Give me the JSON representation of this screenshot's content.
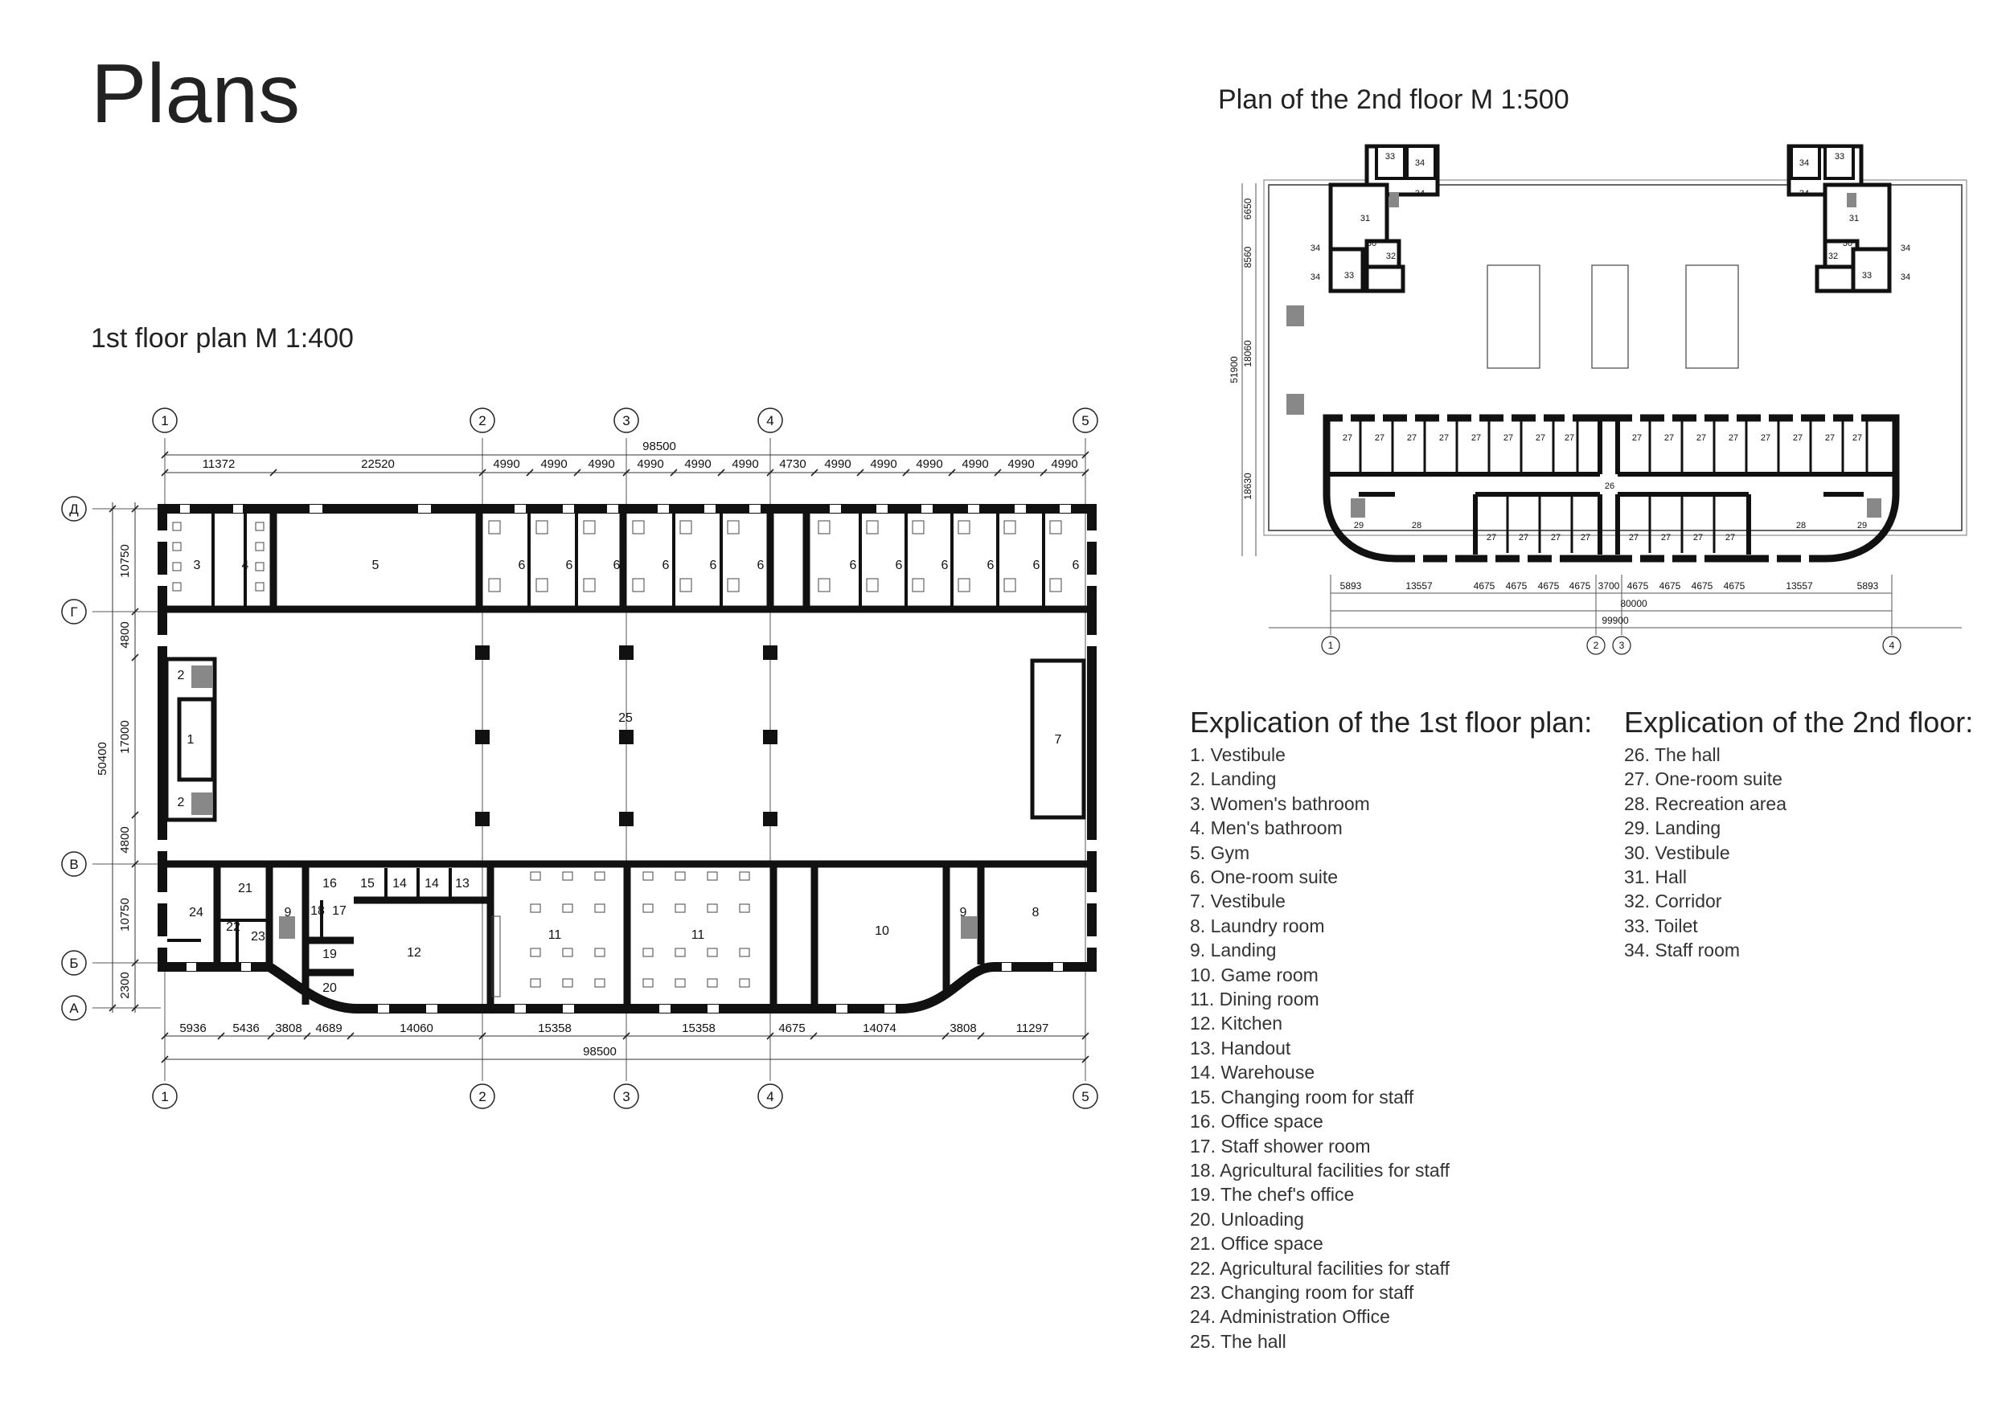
{
  "page": {
    "title": "Plans",
    "plan1_title": "1st floor plan M 1:400",
    "plan2_title": "Plan of the 2nd floor M 1:500"
  },
  "plan1": {
    "axes": [
      "1",
      "2",
      "3",
      "4",
      "5"
    ],
    "row_axes": [
      "Д",
      "Г",
      "В",
      "Б",
      "А"
    ],
    "overall_dim": "98500",
    "top_dims": [
      "11372",
      "22520",
      "4990",
      "4990",
      "4990",
      "4990",
      "4990",
      "4990",
      "4730",
      "4990",
      "4990",
      "4990",
      "4990",
      "4990",
      "4990"
    ],
    "bottom_dims": [
      "5936",
      "5436",
      "3808",
      "4689",
      "14060",
      "15358",
      "15358",
      "4675",
      "14074",
      "3808",
      "11297"
    ],
    "left_dims": [
      "10750",
      "4800",
      "17000",
      "4800",
      "10750",
      "2300"
    ],
    "left_overall": "50400",
    "rooms": {
      "r1": "1",
      "r2": "2",
      "r3": "3",
      "r4": "4",
      "r5": "5",
      "r6": "6",
      "r7": "7",
      "r8": "8",
      "r9": "9",
      "r10": "10",
      "r11": "11",
      "r12": "12",
      "r13": "13",
      "r14": "14",
      "r15": "15",
      "r16": "16",
      "r17": "17",
      "r18": "18",
      "r19": "19",
      "r20": "20",
      "r21": "21",
      "r22": "22",
      "r23": "23",
      "r24": "24",
      "r25": "25"
    }
  },
  "plan2": {
    "axes": [
      "1",
      "2",
      "3",
      "4"
    ],
    "overall_dim": "99900",
    "inner_dim": "80000",
    "bottom_dims": [
      "5893",
      "13557",
      "4675",
      "4675",
      "4675",
      "4675",
      "3700",
      "4675",
      "4675",
      "4675",
      "4675",
      "13557",
      "5893"
    ],
    "left_dims": [
      "6650",
      "8560",
      "18060",
      "18630"
    ],
    "left_overall": "51900",
    "rooms": {
      "r26": "26",
      "r27": "27",
      "r28": "28",
      "r29": "29",
      "r30": "30",
      "r31": "31",
      "r32": "32",
      "r33": "33",
      "r34": "34"
    }
  },
  "explication1": {
    "heading": "Explication of the 1st floor plan:",
    "items": [
      "1. Vestibule",
      "2. Landing",
      "3. Women's bathroom",
      "4. Men's bathroom",
      "5. Gym",
      "6. One-room suite",
      "7. Vestibule",
      "8. Laundry room",
      "9. Landing",
      "10. Game room",
      "11. Dining room",
      "12. Kitchen",
      "13. Handout",
      "14. Warehouse",
      "15. Changing room for staff",
      "16. Office space",
      "17. Staff shower room",
      "18. Agricultural facilities for staff",
      "19. The chef's office",
      "20. Unloading",
      "21. Office space",
      "22. Agricultural facilities for staff",
      "23. Changing room for staff",
      "24. Administration Office",
      "25. The hall"
    ]
  },
  "explication2": {
    "heading": "Explication of the 2nd floor:",
    "items": [
      "26. The hall",
      "27. One-room suite",
      "28. Recreation area",
      "29. Landing",
      "30. Vestibule",
      "31. Hall",
      "32. Corridor",
      "33. Toilet",
      "34. Staff room"
    ]
  }
}
